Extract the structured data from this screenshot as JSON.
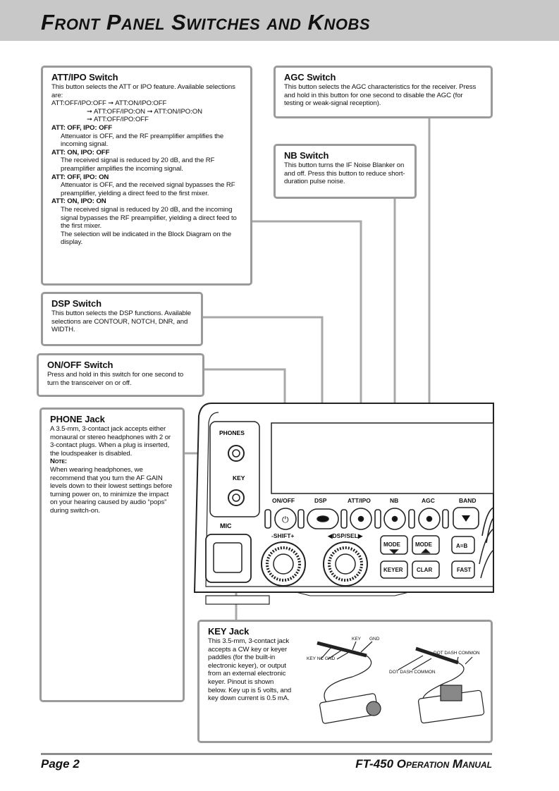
{
  "page": {
    "title": "Front Panel Switches and Knobs",
    "page_number": "Page 2",
    "manual": "FT-450 Operation Manual"
  },
  "att_ipo": {
    "title": "ATT/IPO Switch",
    "intro": "This button selects the ATT or IPO feature. Available selections are:",
    "seq1": "ATT:OFF/IPO:OFF ➞ ATT:ON/IPO:OFF",
    "seq2": "➞ ATT:OFF/IPO:ON ➞ ATT:ON/IPO:ON",
    "seq3": "➞ ATT:OFF/IPO:OFF",
    "s1_head": "ATT: OFF, IPO: OFF",
    "s1_text": "Attenuator is OFF, and the RF preamplifier amplifies the incoming signal.",
    "s2_head": "ATT: ON, IPO: OFF",
    "s2_text": "The received signal is reduced by 20 dB, and the RF preamplifier amplifies the incoming signal.",
    "s3_head": "ATT: OFF, IPO: ON",
    "s3_text": "Attenuator is OFF, and the received signal bypasses the RF preamplifier, yielding a direct feed to the first mixer.",
    "s4_head": "ATT: ON, IPO: ON",
    "s4_text": "The received signal is reduced by 20 dB, and the incoming signal bypasses the RF preamplifier, yielding a direct feed to the first mixer.",
    "s4_note": "The selection will be indicated in the Block Diagram on the display."
  },
  "agc": {
    "title": "AGC Switch",
    "text": "This button selects the AGC characteristics for the receiver. Press and hold in this button for one second to disable the AGC (for testing or weak-signal reception)."
  },
  "nb": {
    "title": "NB Switch",
    "text": "This button turns the IF Noise Blanker on and off. Press this button to reduce short-duration pulse noise."
  },
  "dsp": {
    "title": "DSP Switch",
    "text": "This button selects the DSP functions. Available selections are CONTOUR, NOTCH, DNR, and WIDTH."
  },
  "onoff": {
    "title": "ON/OFF Switch",
    "text": "Press and hold in this switch for one second to turn the transceiver on or off."
  },
  "phone": {
    "title": "PHONE Jack",
    "text": "A 3.5-mm, 3-contact jack accepts either monaural or stereo headphones with 2 or 3-contact plugs. When a plug is inserted, the loudspeaker is disabled.",
    "note_label": "Note:",
    "note_text": "When wearing headphones, we recommend that you turn the AF GAIN levels down to their lowest settings before turning power on, to minimize the impact on your hearing caused by audio “pops” during switch-on."
  },
  "key": {
    "title": "KEY Jack",
    "text": "This 3.5-mm, 3-contact jack accepts a CW key or keyer paddles (for the built-in electronic keyer), or output from an external electronic keyer. Pinout is shown below. Key up is 5 volts, and key down current is 0.5 mA.",
    "pin_key": "KEY",
    "pin_gnd": "GND",
    "pin_key_nc_gnd": "KEY NC GND",
    "pin_dot_dash_common_top": "DOT DASH COMMON",
    "pin_dot_dash_common_bottom": "DOT DASH COMMON"
  },
  "radio": {
    "phones": "PHONES",
    "key": "KEY",
    "mic": "MIC",
    "btn_onoff": "ON/OFF",
    "btn_dsp": "DSP",
    "btn_attipo": "ATT/IPO",
    "btn_nb": "NB",
    "btn_agc": "AGC",
    "btn_band": "BAND",
    "shift": "-SHIFT+",
    "dspsel": "◀DSP/SEL▶",
    "mode": "MODE",
    "keyer": "KEYER",
    "clar": "CLAR",
    "ab": "A=B",
    "fast": "FAST"
  },
  "colors": {
    "header_band": "#c8c8c8",
    "box_border": "#9a9a9a",
    "leader_line": "#a8a8a8"
  }
}
